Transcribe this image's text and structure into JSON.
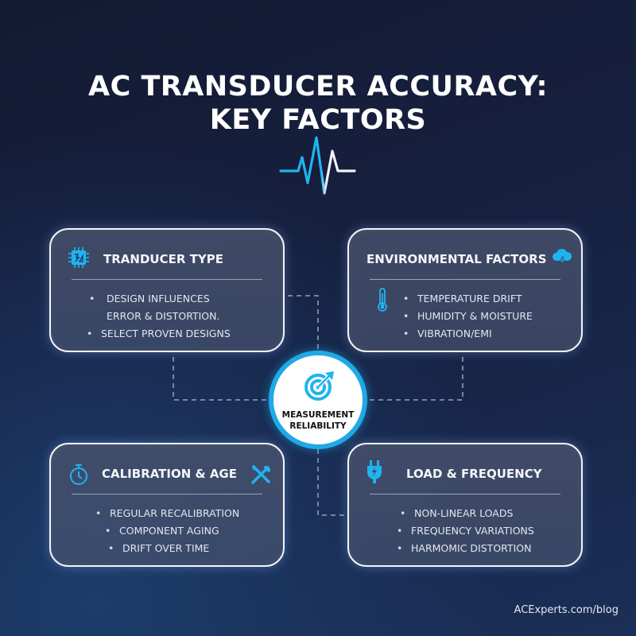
{
  "header": {
    "title_line1": "AC TRANSDUCER ACCURACY:",
    "title_line2": "KEY FACTORS",
    "divider_icon": "heartbeat-pulse-icon"
  },
  "colors": {
    "accent": "#1fa9e6",
    "background_dark": "#141a33",
    "background_light": "#1d3c6b",
    "card_border": "#f2f4f8",
    "text": "#ffffff"
  },
  "center": {
    "icon": "target-arrow-icon",
    "label_line1": "MEASUREMENT",
    "label_line2": "RELIABILITY"
  },
  "cards": [
    {
      "title": "TRANDUCER TYPE",
      "icons": [
        "chip-icon"
      ],
      "items": [
        "DESIGN INFLUENCES",
        "ERROR & DISTORTION.",
        "SELECT PROVEN DESIGNS"
      ]
    },
    {
      "title": "ENVIRONMENTAL FACTORS",
      "icons": [
        "storm-cloud-icon",
        "thermometer-icon"
      ],
      "items": [
        "TEMPERATURE DRIFT",
        "HUMIDITY & MOISTURE",
        "VIBRATION/EMI"
      ]
    },
    {
      "title": "CALIBRATION & AGE",
      "icons": [
        "stopwatch-icon",
        "tools-icon"
      ],
      "items": [
        "REGULAR RECALIBRATION",
        "COMPONENT AGING",
        "DRIFT OVER TIME"
      ]
    },
    {
      "title": "LOAD & FREQUENCY",
      "icons": [
        "plug-icon"
      ],
      "items": [
        "NON-LINEAR LOADS",
        "FREQUENCY VARIATIONS",
        "HARMOMIC DISTORTION"
      ]
    }
  ],
  "bullet": "•",
  "footer": {
    "url": "ACExperts.com/blog"
  }
}
